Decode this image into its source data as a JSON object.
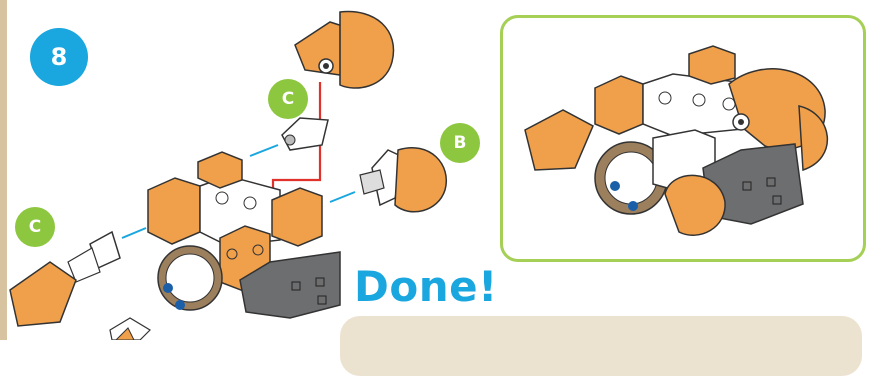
{
  "step": {
    "number": "8"
  },
  "callouts": {
    "c_top": "C",
    "b": "B",
    "c_left": "C"
  },
  "result": {
    "done_text": "Done!"
  },
  "colors": {
    "accent_blue": "#1aa6de",
    "callout_green": "#8dc63f",
    "inset_border": "#a6cf55",
    "piece_orange": "#f0a04b",
    "piece_gray": "#6d6e70",
    "arrow_red": "#e0322a",
    "note_beige": "#ece2d0"
  },
  "icons": [
    "assembly-diagram",
    "finished-model-illustration"
  ]
}
